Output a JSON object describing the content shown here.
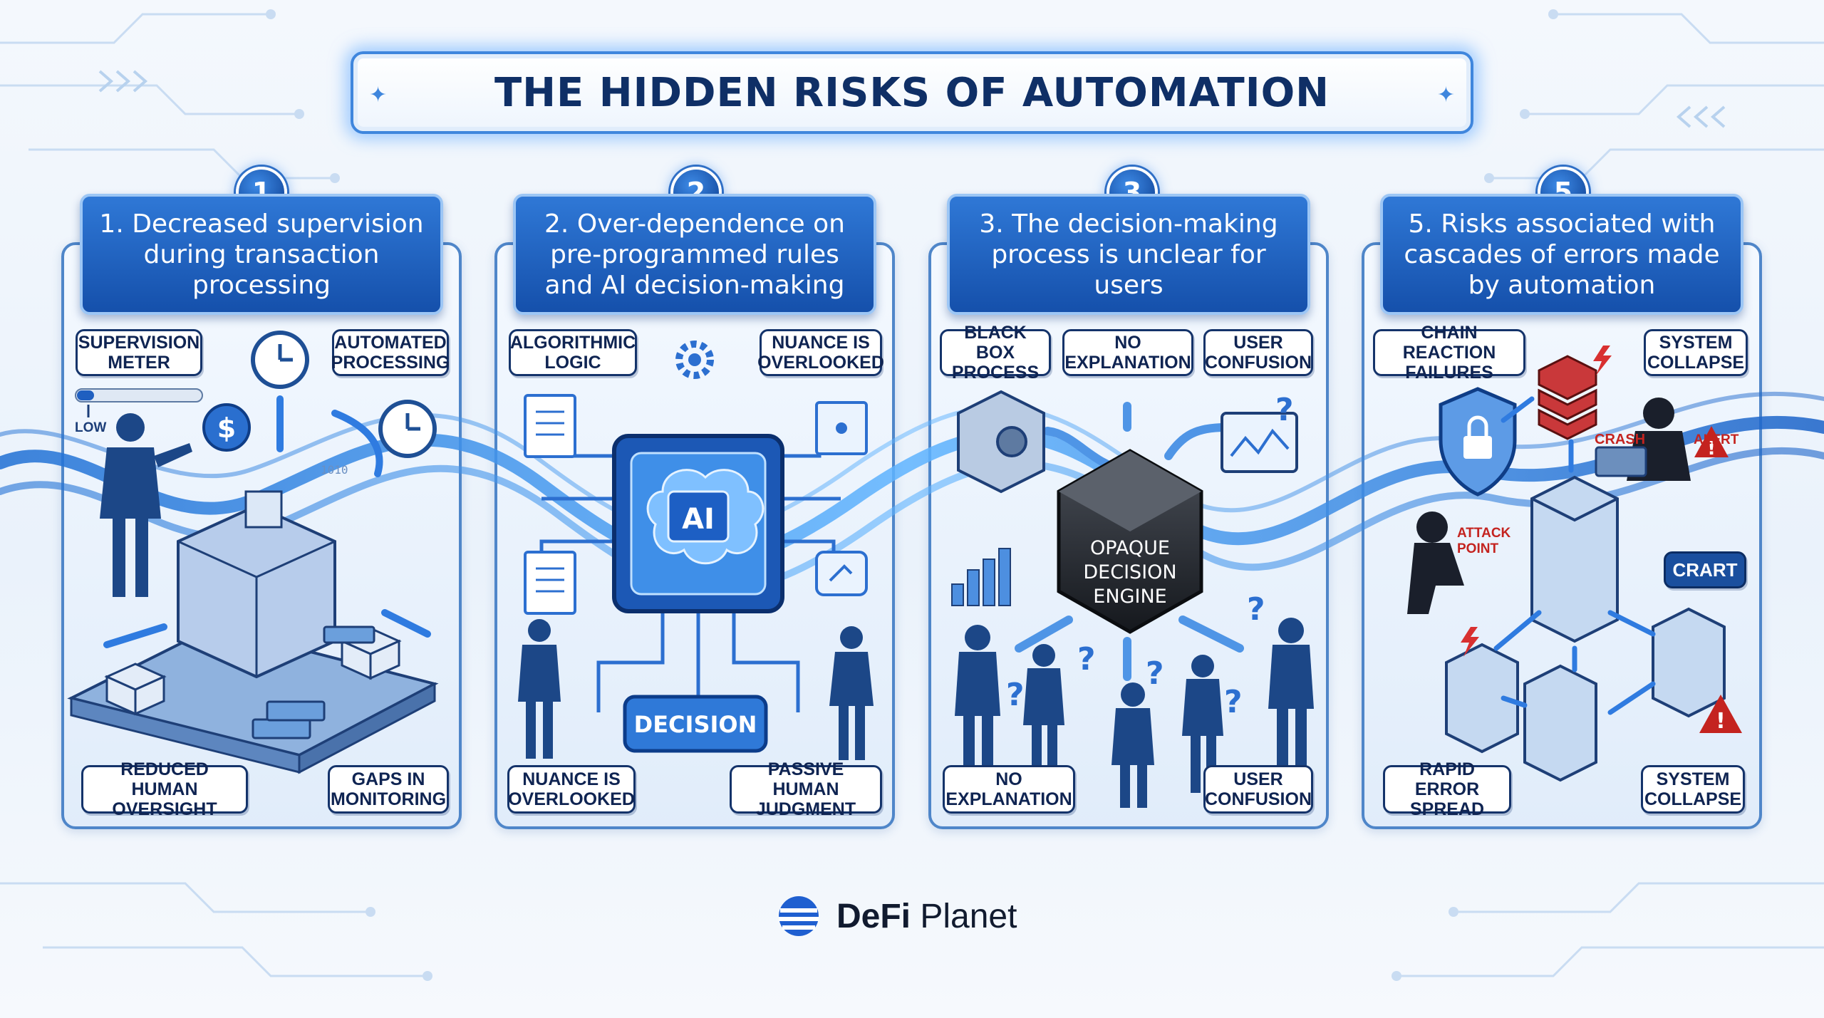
{
  "title": "THE HIDDEN RISKS OF AUTOMATION",
  "panels": [
    {
      "number": "1",
      "header": "1. Decreased supervision during transaction processing",
      "labels": [
        "SUPERVISION\nMETER",
        "AUTOMATED\nPROCESSING",
        "REDUCED HUMAN\nOVERSIGHT",
        "GAPS IN\nMONITORING"
      ],
      "meter_text": "LOW"
    },
    {
      "number": "2",
      "header": "2. Over-dependence on pre-programmed rules and AI decision-making",
      "labels": [
        "ALGORITHMIC\nLOGIC",
        "NUANCE IS\nOVERLOOKED",
        "NUANCE IS\nOVERLOOKED",
        "PASSIVE HUMAN\nJUDGMENT"
      ],
      "chip_text": "AI",
      "decision_text": "DECISION"
    },
    {
      "number": "3",
      "header": "3. The decision-making process is unclear for users",
      "labels": [
        "BLACK BOX\nPROCESS",
        "NO\nEXPLANATION",
        "USER\nCONFUSION",
        "NO\nEXPLANATION",
        "USER\nCONFUSION"
      ],
      "engine_text": [
        "OPAQUE",
        "DECISION",
        "ENGINE"
      ]
    },
    {
      "number": "5",
      "header": "5. Risks associated with cascades of errors made by automation",
      "labels": [
        "CHAIN REACTION\nFAILURES",
        "SYSTEM\nCOLLAPSE",
        "RAPID ERROR\nSPREAD",
        "SYSTEM\nCOLLAPSE"
      ],
      "crash_text": "CRASH",
      "alert_text": "ALERT",
      "attack_text": "ATTACK\nPOINT",
      "crart_text": "CRART"
    }
  ],
  "logo": {
    "bold": "DeFi",
    "regular": "Planet"
  },
  "colors": {
    "primary": "#1550ab",
    "accent": "#3f86dd",
    "dark": "#0f2f66",
    "alert": "#c4231f"
  }
}
